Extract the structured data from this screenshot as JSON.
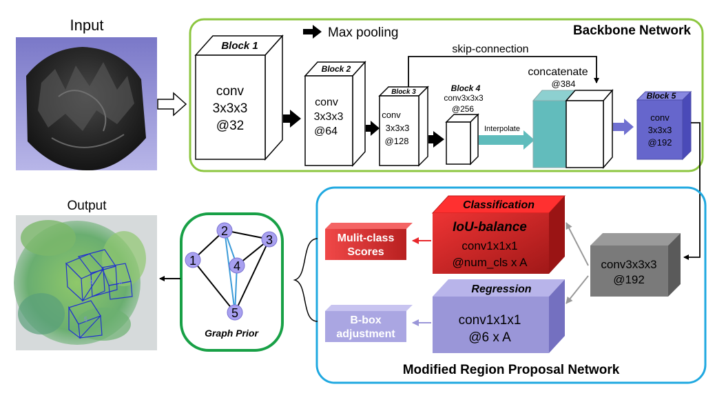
{
  "input": {
    "label": "Input"
  },
  "output": {
    "label": "Output"
  },
  "backbone": {
    "title": "Backbone Network",
    "legend": "Max pooling",
    "skip_label": "skip-connection",
    "concat_label": "concatenate",
    "concat_ch": "@384",
    "interp_label": "Interpolate",
    "block1": {
      "name": "Block 1",
      "l1": "conv",
      "l2": "3x3x3",
      "l3": "@32"
    },
    "block2": {
      "name": "Block 2",
      "l1": "conv",
      "l2": "3x3x3",
      "l3": "@64"
    },
    "block3": {
      "name": "Block 3",
      "l1": "conv",
      "l2": "3x3x3",
      "l3": "@128"
    },
    "block4": {
      "name": "Block 4",
      "l1": "conv3x3x3",
      "l2": "@256"
    },
    "block5": {
      "name": "Block 5",
      "l1": "conv",
      "l2": "3x3x3",
      "l3": "@192"
    }
  },
  "rpn": {
    "title": "Modified Region Proposal Network",
    "shared": {
      "l1": "conv3x3x3",
      "l2": "@192"
    },
    "cls": {
      "header": "Classification",
      "sub": "IoU-balance",
      "l1": "conv1x1x1",
      "l2": "@num_cls x A"
    },
    "reg": {
      "header": "Regression",
      "l1": "conv1x1x1",
      "l2": "@6 x A"
    },
    "scores": {
      "l1": "Mulit-class",
      "l2": "Scores"
    },
    "bbox": {
      "l1": "B-box",
      "l2": "adjustment"
    }
  },
  "graph": {
    "label": "Graph Prior",
    "nodes": [
      "1",
      "2",
      "3",
      "4",
      "5"
    ]
  },
  "output_boxes": [
    "4",
    "3",
    "5"
  ],
  "colors": {
    "green_frame": "#8cc63f",
    "blue_frame": "#1fa8e0",
    "graph_frame": "#18a046",
    "teal": "#5fbcbc",
    "block5": "#6666cc",
    "cls_red": "#e8262a",
    "reg_violet": "#9a96d8",
    "node": "#a8a0f0"
  }
}
